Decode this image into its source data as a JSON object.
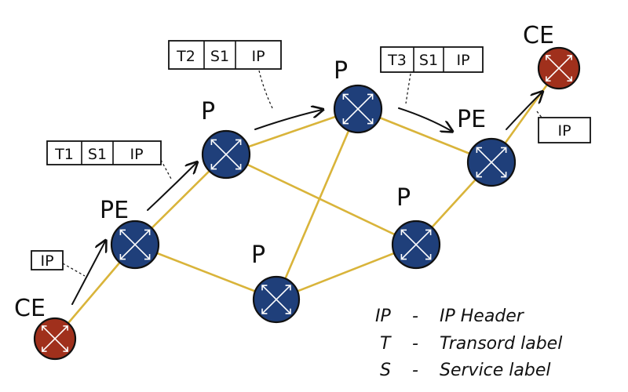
{
  "colors": {
    "ink": "#111111",
    "link": "#D9B43A",
    "p_router": "#1F3F7A",
    "ce_router": "#A0301C"
  },
  "nodes": {
    "ce_left": {
      "label": "CE",
      "type": "ce-router"
    },
    "pe_left": {
      "label": "PE",
      "type": "pe-router"
    },
    "p_upper_left": {
      "label": "P",
      "type": "p-router"
    },
    "p_top": {
      "label": "P",
      "type": "p-router"
    },
    "p_bottom": {
      "label": "P",
      "type": "p-router"
    },
    "p_right": {
      "label": "P",
      "type": "p-router"
    },
    "pe_right": {
      "label": "PE",
      "type": "pe-router"
    },
    "ce_right": {
      "label": "CE",
      "type": "ce-router"
    }
  },
  "label_stacks": {
    "ingress": {
      "cells": [
        "IP"
      ]
    },
    "pe_to_p": {
      "cells": [
        "T1",
        "S1",
        "IP"
      ]
    },
    "p_to_p": {
      "cells": [
        "T2",
        "S1",
        "IP"
      ]
    },
    "p_to_pe": {
      "cells": [
        "T3",
        "S1",
        "IP"
      ]
    },
    "egress": {
      "cells": [
        "IP"
      ]
    }
  },
  "legend": {
    "ip": {
      "key": "IP",
      "text": "IP Header"
    },
    "t": {
      "key": "T",
      "text": "Transord label"
    },
    "s": {
      "key": "S",
      "text": "Service label"
    }
  }
}
